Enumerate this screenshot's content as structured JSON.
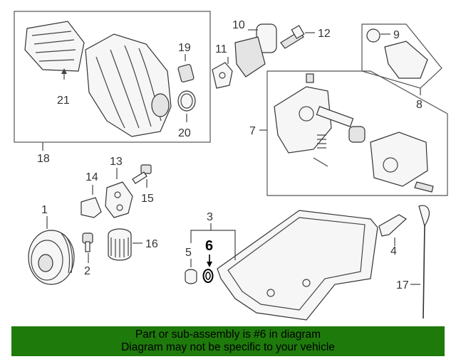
{
  "callouts": {
    "c1": "1",
    "c2": "2",
    "c3": "3",
    "c4": "4",
    "c5": "5",
    "c6": "6",
    "c7": "7",
    "c8": "8",
    "c9": "9",
    "c10": "10",
    "c11": "11",
    "c12": "12",
    "c13": "13",
    "c14": "14",
    "c15": "15",
    "c16": "16",
    "c17": "17",
    "c18": "18",
    "c19": "19",
    "c20": "20",
    "c21": "21"
  },
  "highlight_part": "6",
  "banner": {
    "line1": "Part or sub-assembly is #6 in diagram",
    "line2": "Diagram may not be specific to your vehicle"
  },
  "colors": {
    "banner_bg": "#1f7a0c",
    "highlight_ring": "#000000"
  }
}
